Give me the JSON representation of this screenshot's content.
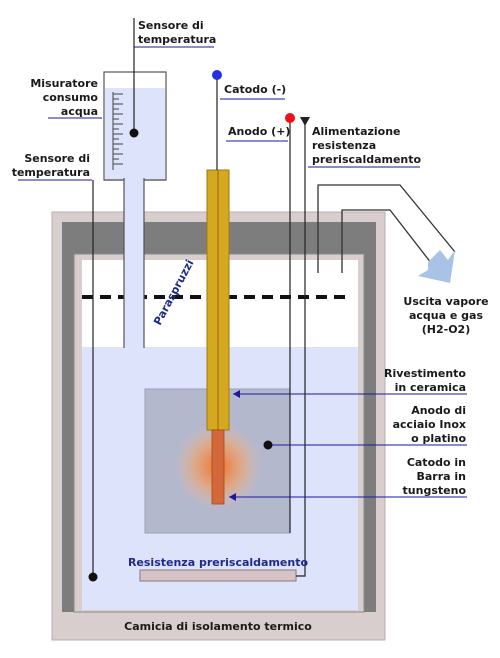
{
  "labels": {
    "sensor_top_1": "Sensore di",
    "sensor_top_2": "temperatura",
    "water_meter_1": "Misuratore",
    "water_meter_2": "consumo",
    "water_meter_3": "acqua",
    "sensor_left_1": "Sensore di",
    "sensor_left_2": "temperatura",
    "cathode_terminal": "Catodo (-)",
    "anode_terminal": "Anodo (+)",
    "heater_supply_1": "Alimentazione",
    "heater_supply_2": "resistenza",
    "heater_supply_3": "preriscaldamento",
    "outlet_1": "Uscita vapore",
    "outlet_2": "acqua e gas",
    "outlet_3": "(H2-O2)",
    "splash_guard": "Paraspruzzi",
    "ceramic_1": "Rivestimento",
    "ceramic_2": "in ceramica",
    "anode_1": "Anodo di",
    "anode_2": "acciaio Inox",
    "anode_3": "o platino",
    "cathode_1": "Catodo in",
    "cathode_2": "Barra in",
    "cathode_3": "tungsteno",
    "heater": "Resistenza preriscaldamento",
    "jacket": "Camicia di isolamento termico"
  },
  "colors": {
    "jacket": "#d8cece",
    "lid": "#7d7d7d",
    "water": "#dde3fa",
    "electrode_sheath": "#d6a820",
    "cathode_rod": "#d4683a",
    "anode_plate": "#b3b8cd",
    "heater": "#d6c3c8",
    "leader_line": "#1a1a99",
    "cathode_dot": "#2233dd",
    "anode_dot": "#ee1111",
    "outlet_arrow": "#a9c3e6"
  }
}
